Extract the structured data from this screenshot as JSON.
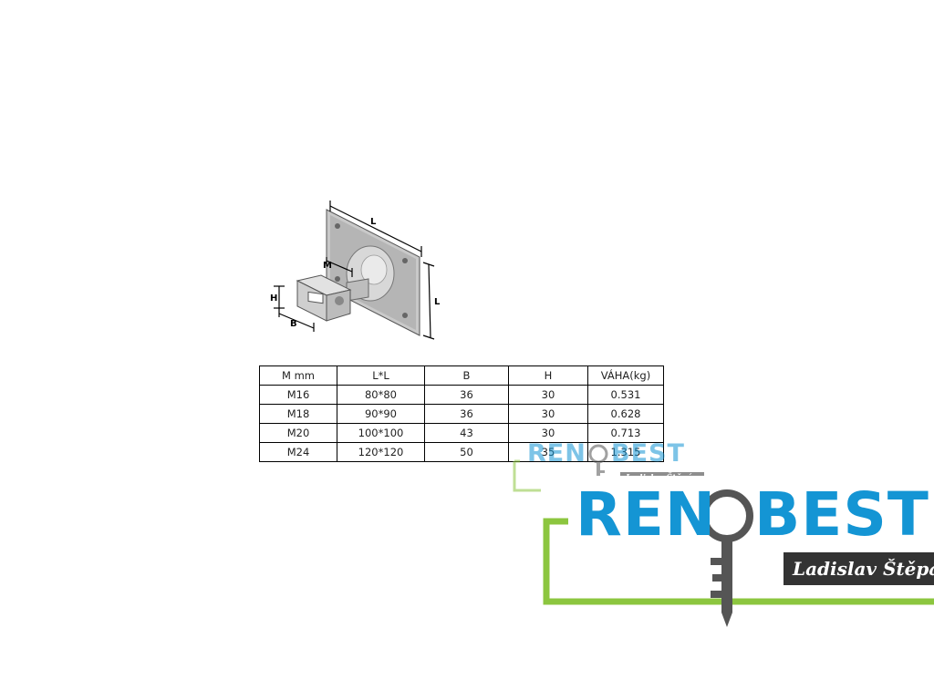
{
  "drawing": {
    "labels": {
      "m": "M",
      "l_top": "L",
      "l_side": "L",
      "h": "H",
      "b": "B"
    }
  },
  "table": {
    "headers": [
      "M mm",
      "L*L",
      "B",
      "H",
      "VÁHA(kg)"
    ],
    "rows": [
      [
        "M16",
        "80*80",
        "36",
        "30",
        "0.531"
      ],
      [
        "M18",
        "90*90",
        "36",
        "30",
        "0.628"
      ],
      [
        "M20",
        "100*100",
        "43",
        "30",
        "0.713"
      ],
      [
        "M24",
        "120*120",
        "50",
        "35",
        "1.315"
      ]
    ]
  },
  "watermark": {
    "brand_left": "REN",
    "brand_right": "BEST",
    "owner": "Ladislav Štěpán",
    "colors": {
      "brand": "#1495d4",
      "frame": "#8cc63f",
      "key": "#555555",
      "tag": "#333333"
    }
  }
}
